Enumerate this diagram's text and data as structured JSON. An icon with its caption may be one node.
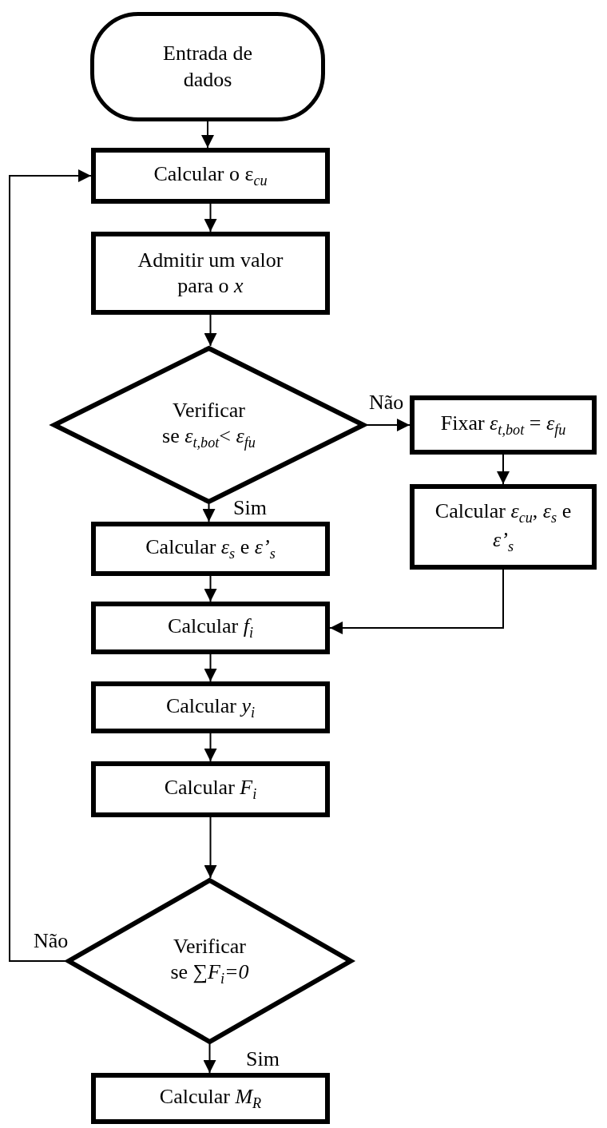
{
  "diagram": {
    "nodes": [
      {
        "text": [
          "Entrada de dados"
        ]
      },
      {
        "text": [
          "Calcular o ε$_{cu}$"
        ]
      },
      {
        "text": [
          "Admitir um valor para o *x*"
        ]
      },
      {
        "text": [
          "Verificar",
          "se *ε*$_{t,bot}$< *ε*$_{fu}$"
        ]
      },
      {
        "text": [
          "Fixar *ε*$_{t,bot}$ = *ε*$_{fu}$"
        ]
      },
      {
        "text": [
          "Calcular *ε*$_{cu}$, *ε*$_{s}$ e *ε’*$_{s}$"
        ]
      },
      {
        "text": [
          "Calcular *ε*$_{s}$ e *ε’*$_{s}$"
        ]
      },
      {
        "text": [
          "Calcular *f*$_{i}$"
        ]
      },
      {
        "text": [
          "Calcular *y*$_{i}$"
        ]
      },
      {
        "text": [
          "Calcular *F*$_{i}$"
        ]
      },
      {
        "text": [
          "Verificar",
          "se ∑*F*$_{i}$*=0*"
        ]
      },
      {
        "text": [
          "Calcular *M*$_{R}$"
        ]
      }
    ],
    "edges": [
      {
        "from": 0,
        "to": 1,
        "arrow": "to"
      },
      {
        "from": 1,
        "to": 2,
        "arrow": "to"
      },
      {
        "from": 2,
        "to": 3,
        "arrow": "to"
      },
      {
        "from": 3,
        "to": 4,
        "arrow": "to",
        "label": "Não"
      },
      {
        "from": 4,
        "to": 5,
        "arrow": "to"
      },
      {
        "from": 3,
        "to": 6,
        "arrow": "to",
        "label": "Sim"
      },
      {
        "from": 6,
        "to": 7,
        "arrow": "to"
      },
      {
        "from": 5,
        "to": 7,
        "arrow": "to"
      },
      {
        "from": 7,
        "to": 8,
        "arrow": "to"
      },
      {
        "from": 8,
        "to": 9,
        "arrow": "to"
      },
      {
        "from": 9,
        "to": 10,
        "arrow": "to"
      },
      {
        "from": 10,
        "to": 11,
        "arrow": "to",
        "label": "Sim"
      },
      {
        "from": 10,
        "to": 1,
        "arrow": "to",
        "label": "Não"
      }
    ]
  }
}
